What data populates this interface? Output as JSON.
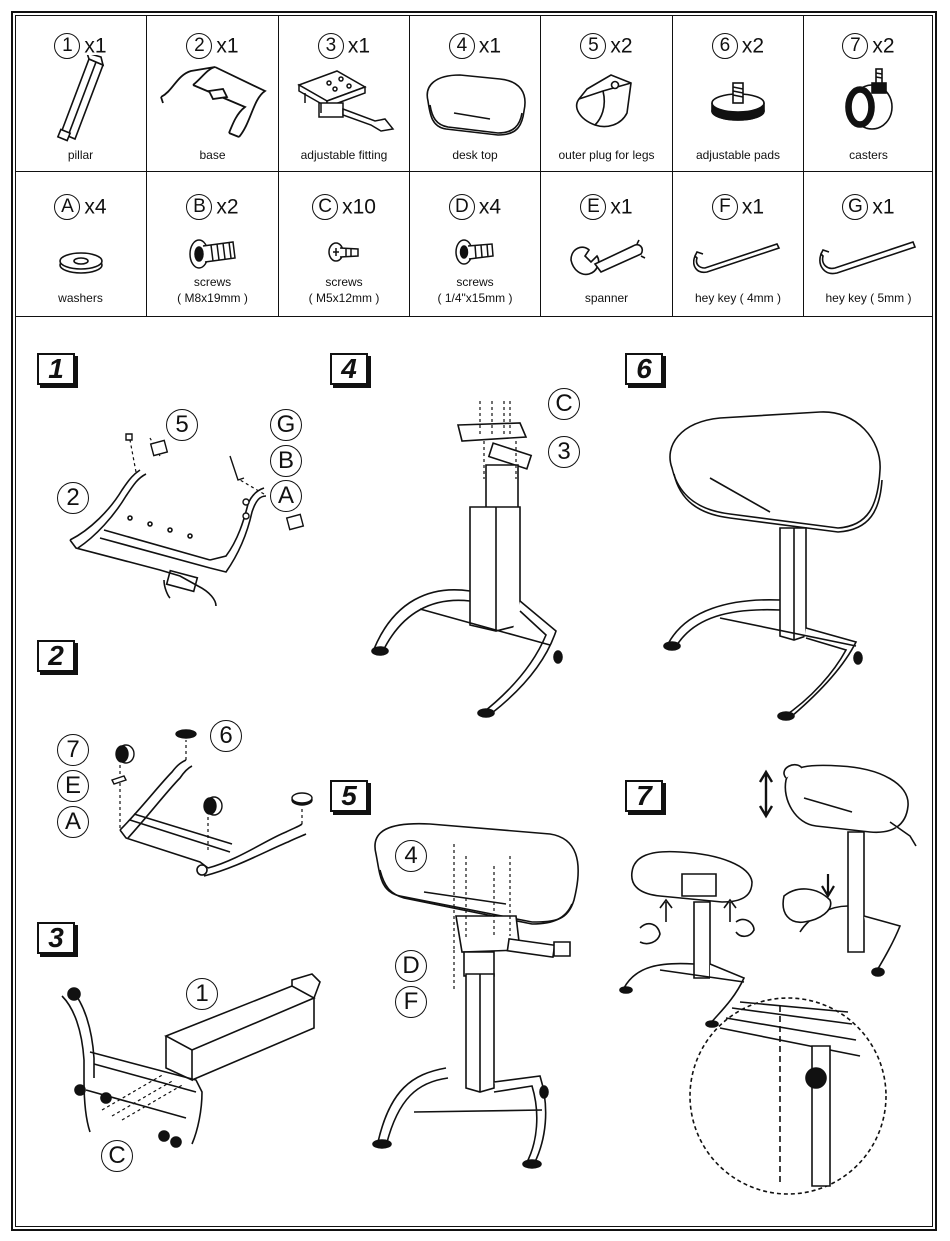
{
  "parts": [
    {
      "id": "1",
      "qty": "x1",
      "label": "pillar",
      "icon": "pillar-icon"
    },
    {
      "id": "2",
      "qty": "x1",
      "label": "base",
      "icon": "base-icon"
    },
    {
      "id": "3",
      "qty": "x1",
      "label": "adjustable fitting",
      "icon": "adjustable-fitting-icon"
    },
    {
      "id": "4",
      "qty": "x1",
      "label": "desk top",
      "icon": "desk-top-icon"
    },
    {
      "id": "5",
      "qty": "x2",
      "label": "outer plug for legs",
      "icon": "outer-plug-icon"
    },
    {
      "id": "6",
      "qty": "x2",
      "label": "adjustable pads",
      "icon": "adjustable-pad-icon"
    },
    {
      "id": "7",
      "qty": "x2",
      "label": "casters",
      "icon": "caster-icon"
    }
  ],
  "hardware": [
    {
      "id": "A",
      "qty": "x4",
      "label": "washers",
      "label2": "",
      "icon": "washer-icon"
    },
    {
      "id": "B",
      "qty": "x2",
      "label": "screws",
      "label2": "( M8x19mm )",
      "icon": "screw-icon"
    },
    {
      "id": "C",
      "qty": "x10",
      "label": "screws",
      "label2": "( M5x12mm )",
      "icon": "screw-icon"
    },
    {
      "id": "D",
      "qty": "x4",
      "label": "screws",
      "label2": "( 1/4\"x15mm )",
      "icon": "screw-icon"
    },
    {
      "id": "E",
      "qty": "x1",
      "label": "spanner",
      "label2": "",
      "icon": "spanner-icon"
    },
    {
      "id": "F",
      "qty": "x1",
      "label": "hey key ( 4mm )",
      "label2": "",
      "icon": "hex-key-icon"
    },
    {
      "id": "G",
      "qty": "x1",
      "label": "hey key ( 5mm )",
      "label2": "",
      "icon": "hex-key-icon"
    }
  ],
  "steps": {
    "s1": {
      "number": "1",
      "callouts": {
        "c5": "5",
        "cG": "G",
        "cB": "B",
        "c2": "2",
        "cA": "A"
      }
    },
    "s2": {
      "number": "2",
      "callouts": {
        "c7": "7",
        "c6": "6",
        "cE": "E",
        "cA": "A"
      }
    },
    "s3": {
      "number": "3",
      "callouts": {
        "c1": "1",
        "cC": "C"
      }
    },
    "s4": {
      "number": "4",
      "callouts": {
        "cC": "C",
        "c3": "3"
      }
    },
    "s5": {
      "number": "5",
      "callouts": {
        "c4": "4",
        "cD": "D",
        "cF": "F"
      }
    },
    "s6": {
      "number": "6"
    },
    "s7": {
      "number": "7"
    }
  }
}
